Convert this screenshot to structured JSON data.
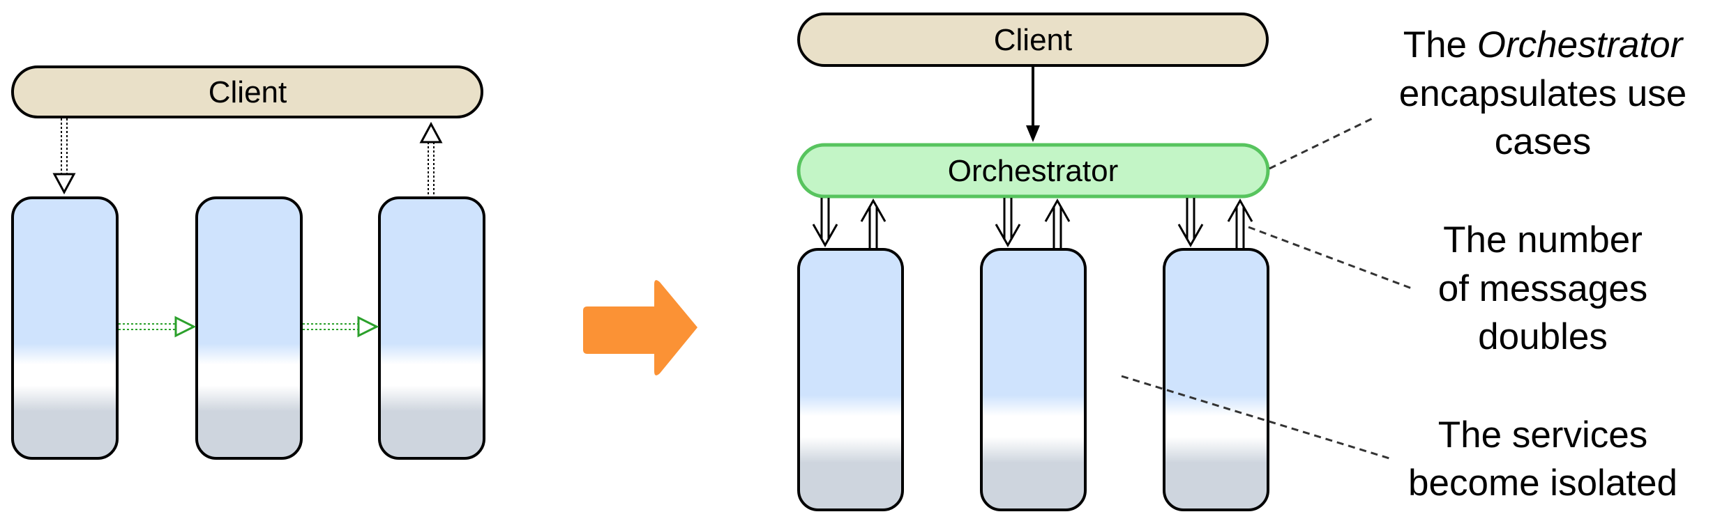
{
  "left": {
    "client_label": "Client"
  },
  "right": {
    "client_label": "Client",
    "orchestrator_label": "Orchestrator"
  },
  "colors": {
    "client_fill": "#e9e0c8",
    "orchestrator_fill": "#c3f5c6",
    "orchestrator_stroke": "#57c45e",
    "service_top": "#cfe3fd",
    "service_bottom": "#ced5de",
    "transform_arrow": "#fb9235",
    "event_arrow": "#2ba02b"
  },
  "annotations": {
    "orchestrator_note": {
      "prefix": "The ",
      "emphasis": "Orchestrator",
      "line2": "encapsulates use",
      "line3": "cases"
    },
    "messages_note": {
      "line1": "The number",
      "line2": "of messages",
      "line3": "doubles"
    },
    "isolation_note": {
      "line1": "The services",
      "line2": "become isolated"
    }
  }
}
